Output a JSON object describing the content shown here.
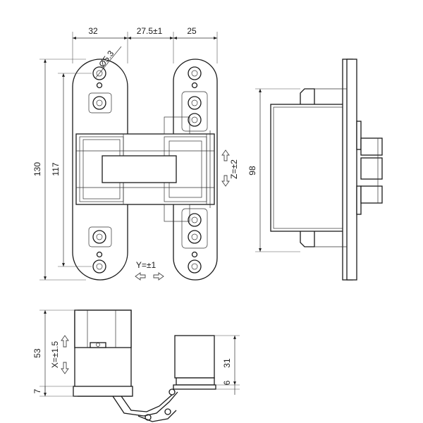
{
  "dimensions": {
    "width_left": "32",
    "width_middle": "27.5±1",
    "width_right": "25",
    "hole_diameter": "Ø5.3",
    "height_total": "130",
    "height_inner": "117",
    "height_side": "98",
    "depth_total": "53",
    "depth_offset": "7",
    "right_block": "31",
    "right_offset": "6"
  },
  "adjustments": {
    "y": "Y=±1",
    "z": "Z=±2",
    "x": "X=±1.5"
  }
}
